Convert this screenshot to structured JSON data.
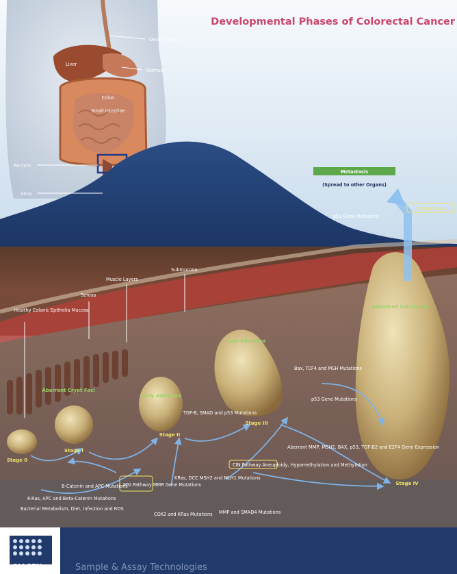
{
  "title": "Developmental Phases of Colorectal Cancer",
  "anatomy": {
    "oesophagus": "Oesophagus",
    "liver": "Liver",
    "stomach": "Stomach",
    "colon": "Colon",
    "small_intestine": "Small Intestine",
    "rectum": "Rectum",
    "anus": "Anus"
  },
  "metastasis": {
    "title": "Metastasis",
    "subtitle": "(Spread to other Organs)"
  },
  "pathways": {
    "cin_top": "CIN Pathway",
    "p53_mutations": "p53 Gene Mutations"
  },
  "layers": {
    "healthy": "Healthy Colonic Epithelia Mucosa",
    "serosa": "Serosa",
    "muscle": "Muscle Layers",
    "submucosa": "Submucosa"
  },
  "tumors": {
    "aberrant": "Aberrant Crypt Foci",
    "early": "Early Adenoma",
    "late": "Late Adenoma",
    "advanced": "Advanced Carcinoma"
  },
  "stages": {
    "s0": "Stage 0",
    "s1": "Stage I",
    "s2": "Stage II",
    "s3": "Stage III",
    "s4": "Stage IV"
  },
  "mutations": {
    "apc_kras": "K-Ras, APC and Beta-Catenin Mutations",
    "tgfb_smad": "TGF-B, SMAD and p53 Mutations",
    "bax_tcf4": "Bax, TCF4 and MSH Mutations",
    "p53_gene": "p53 Gene Mutations",
    "mmp_group": "Aberrant MMP, MSH2, BAX, p53, TGF-B2 and E2F4 Gene Expression",
    "bcat_apc": "B-Catenin and APC Mutations",
    "msi": "MSI Pathway MMR Gene Mutations",
    "kras_dcc": "KRas, DCC MSH2 and MLH1 Mutations",
    "cin_lower": "CIN Pathway Aneuploidy, Hypomethylation and Methylation",
    "bacterial": "Bacterial Metabolism, Diet, Infection and ROS",
    "cox2": "COX2 and KRas Mutations",
    "mmp_smad": "MMP and SMAD4 Mutations"
  },
  "footer": {
    "brand": "QIAGEN",
    "tagline": "Sample & Assay Technologies"
  }
}
